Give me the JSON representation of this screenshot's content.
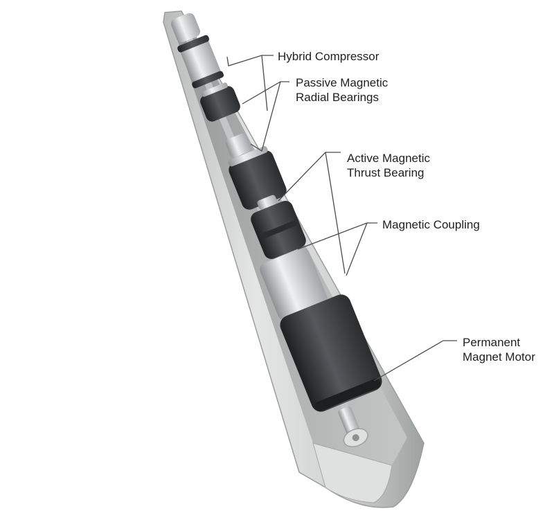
{
  "labels": {
    "hybrid_compressor": [
      "Hybrid Compressor"
    ],
    "passive_bearings": [
      "Passive Magnetic",
      "Radial Bearings"
    ],
    "thrust_bearing": [
      "Active Magnetic",
      "Thrust Bearing"
    ],
    "magnetic_coupling": [
      "Magnetic Coupling"
    ],
    "motor": [
      "Permanent",
      "Magnet Motor"
    ]
  },
  "colors": {
    "housing": "#d3d5d4",
    "housing_edge": "#a4a7a6",
    "dark_component": "#3a3d3f",
    "silver_component": "#c9cccd",
    "leader_line": "#4a4a4a",
    "text": "#1f1f1f"
  }
}
